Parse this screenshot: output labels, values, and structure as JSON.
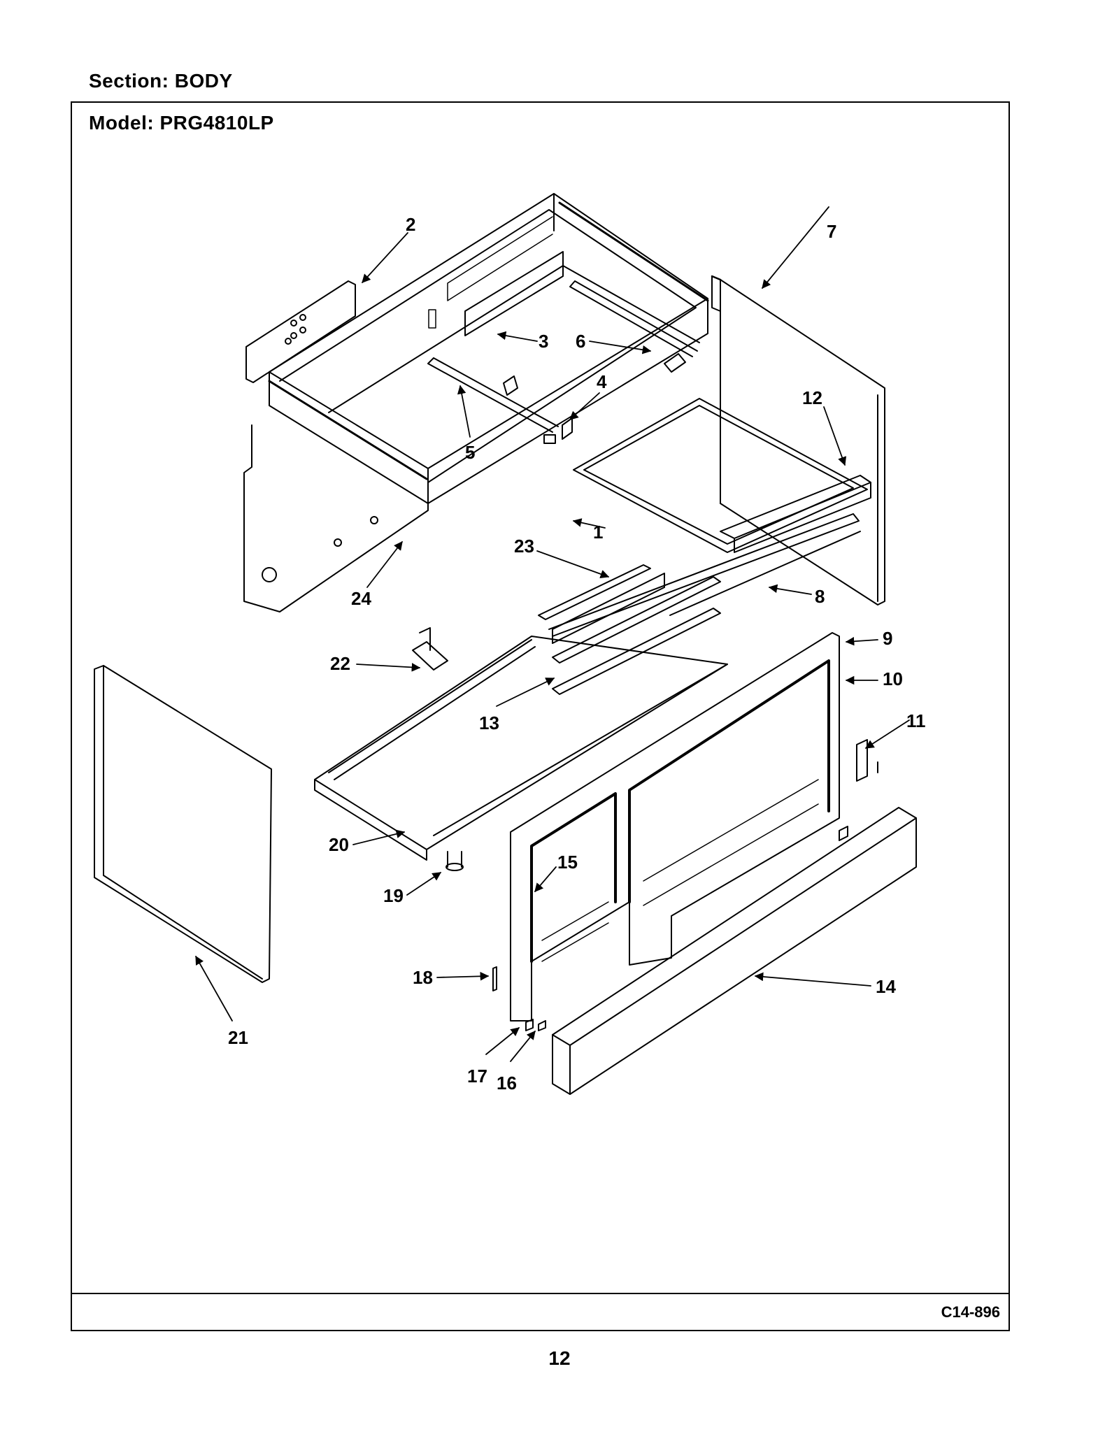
{
  "header": {
    "section": "Section:  BODY",
    "model": "Model:  PRG4810LP"
  },
  "diagram": {
    "callouts": [
      "1",
      "2",
      "3",
      "4",
      "5",
      "6",
      "7",
      "8",
      "9",
      "10",
      "11",
      "12",
      "13",
      "14",
      "15",
      "16",
      "17",
      "18",
      "19",
      "20",
      "21",
      "22",
      "23",
      "24"
    ]
  },
  "footer": {
    "code": "C14-896",
    "page": "12"
  }
}
